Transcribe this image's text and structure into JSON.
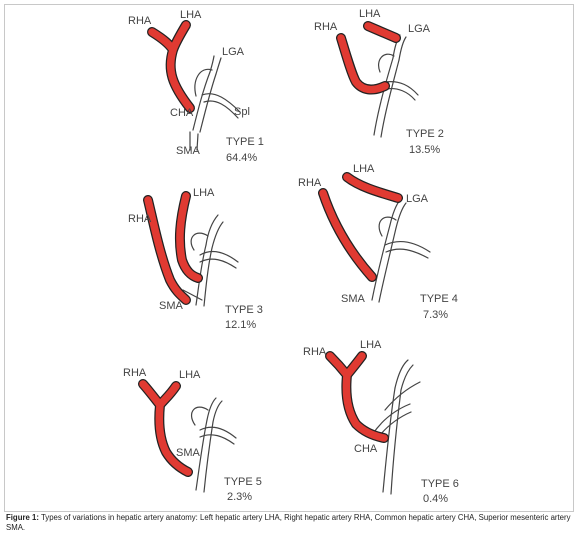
{
  "panels": [
    {
      "labels": {
        "rha": "RHA",
        "lha": "LHA",
        "lga": "LGA",
        "cha": "CHA",
        "spl": "Spl",
        "sma": "SMA"
      },
      "type": "TYPE 1",
      "percent": "64.4%"
    },
    {
      "labels": {
        "rha": "RHA",
        "lha": "LHA",
        "lga": "LGA"
      },
      "type": "TYPE 2",
      "percent": "13.5%"
    },
    {
      "labels": {
        "rha": "RHA",
        "lha": "LHA",
        "sma": "SMA"
      },
      "type": "TYPE 3",
      "percent": "12.1%"
    },
    {
      "labels": {
        "rha": "RHA",
        "lha": "LHA",
        "lga": "LGA",
        "sma": "SMA"
      },
      "type": "TYPE 4",
      "percent": "7.3%"
    },
    {
      "labels": {
        "rha": "RHA",
        "lha": "LHA",
        "sma": "SMA"
      },
      "type": "TYPE 5",
      "percent": "2.3%"
    },
    {
      "labels": {
        "rha": "RHA",
        "lha": "LHA",
        "cha": "CHA"
      },
      "type": "TYPE 6",
      "percent": "0.4%"
    }
  ],
  "caption": {
    "label": "Figure 1:",
    "text": "Types of variations in hepatic artery anatomy: Left hepatic artery LHA, Right hepatic artery RHA, Common hepatic artery CHA, Superior mesenteric artery SMA."
  },
  "colors": {
    "artery_highlight": "#e03a32",
    "outline": "#444444"
  }
}
